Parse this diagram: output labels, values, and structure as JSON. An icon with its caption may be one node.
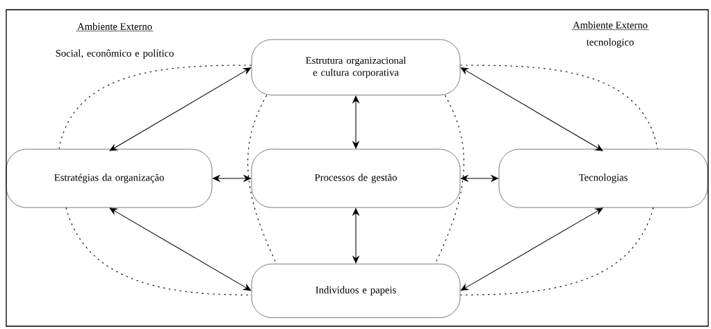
{
  "diagram": {
    "nodes": [
      {
        "text": [
          "Estrutura organizacional e cultura corporativa"
        ]
      },
      {
        "text": [
          "Estratégias da organização"
        ]
      },
      {
        "text": [
          "Processos de gestão"
        ]
      },
      {
        "text": [
          "Tecnologias"
        ]
      },
      {
        "text": [
          "Individuos e papeis"
        ]
      }
    ],
    "edges": [
      {
        "from": 0,
        "to": 1,
        "arrow": "both"
      },
      {
        "from": 0,
        "to": 2,
        "arrow": "both"
      },
      {
        "from": 0,
        "to": 3,
        "arrow": "both"
      },
      {
        "from": 1,
        "to": 2,
        "arrow": "both"
      },
      {
        "from": 2,
        "to": 3,
        "arrow": "both"
      },
      {
        "from": 2,
        "to": 4,
        "arrow": "both"
      },
      {
        "from": 1,
        "to": 4,
        "arrow": "both"
      },
      {
        "from": 3,
        "to": 4,
        "arrow": "both"
      },
      {
        "from": 0,
        "to": 1,
        "arrow": "none",
        "style": "dashed"
      },
      {
        "from": 1,
        "to": 4,
        "arrow": "none",
        "style": "dashed"
      },
      {
        "from": 0,
        "to": 3,
        "arrow": "none",
        "style": "dashed"
      },
      {
        "from": 3,
        "to": 4,
        "arrow": "none",
        "style": "dashed"
      },
      {
        "from": 0,
        "to": 4,
        "arrow": "none",
        "style": "dashed"
      },
      {
        "from": 0,
        "to": 4,
        "arrow": "none",
        "style": "dashed"
      }
    ],
    "labels": [
      "Ambiente Externo",
      "Social, econômico e político",
      "Ambiente Externo",
      "tecnologico"
    ]
  }
}
